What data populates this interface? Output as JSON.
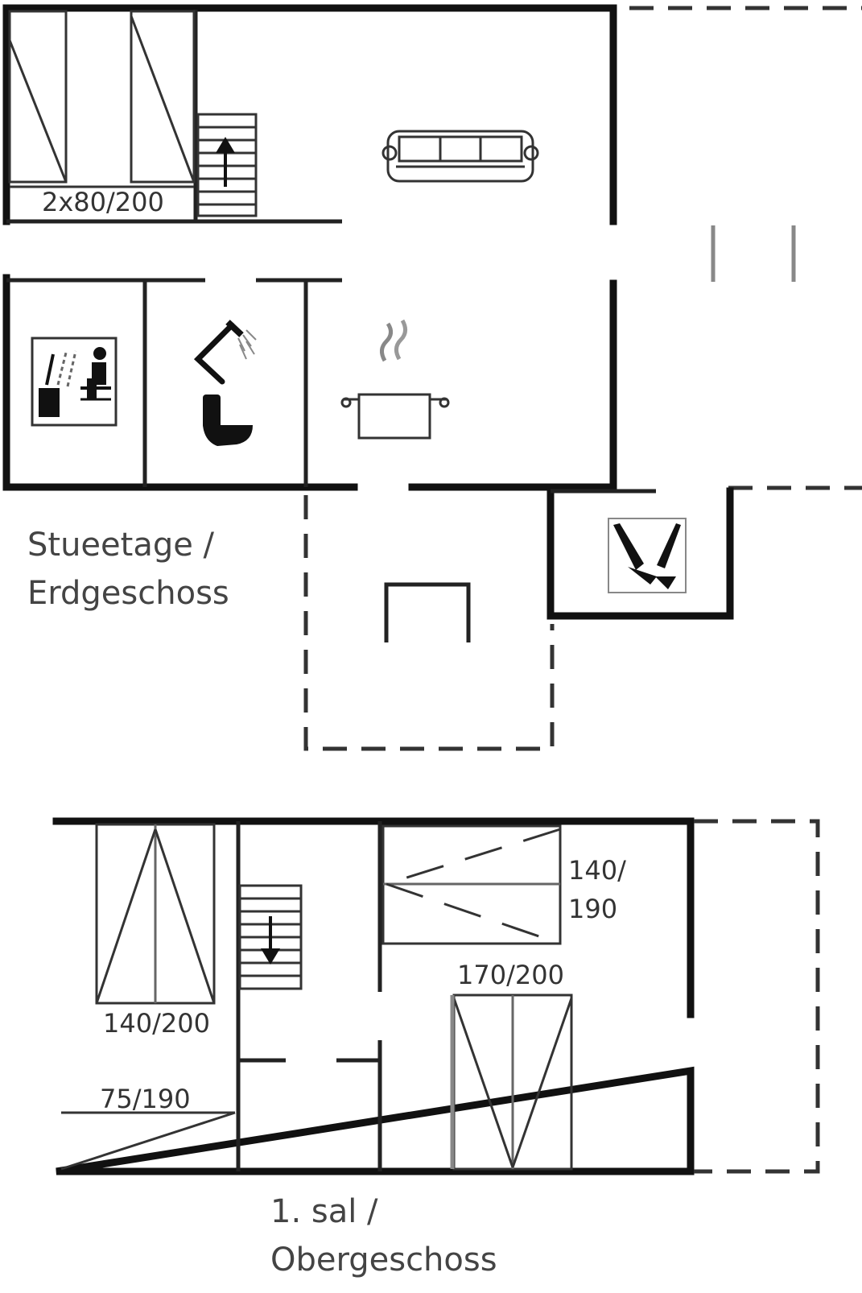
{
  "ground_floor": {
    "label_line1": "Stueetage /",
    "label_line2": "Erdgeschoss",
    "bed_dim": "2x80/200"
  },
  "upper_floor": {
    "label_line1": "1. sal /",
    "label_line2": "Obergeschoss",
    "bed_a_dim": "140/200",
    "bed_b_dim": "75/190",
    "bed_c_dim_line1": "140/",
    "bed_c_dim_line2": "190",
    "bed_d_dim": "170/200"
  }
}
